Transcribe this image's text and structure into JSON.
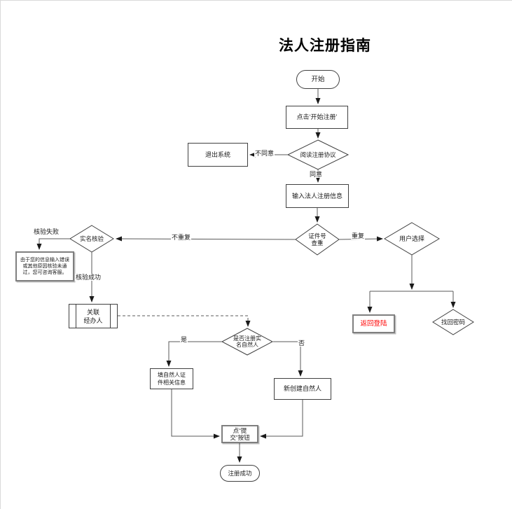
{
  "title": "法人注册指南",
  "nodes": {
    "start": {
      "label": "开始"
    },
    "click_register": {
      "label": "点击‘开始注册’"
    },
    "read_agreement": {
      "label": "阅读注册协议"
    },
    "exit_system": {
      "label": "退出系统"
    },
    "input_info": {
      "label": "输入法人注册信息"
    },
    "id_check": {
      "line1": "证件号",
      "line2": "查重"
    },
    "real_name": {
      "label": "实名核验"
    },
    "fail_note": {
      "line1": "由于您的信息输入错误",
      "line2": "或其他原因核验未通",
      "line3": "过，您可咨询客服。"
    },
    "associate_handler": {
      "line1": "关联",
      "line2": "经办人"
    },
    "user_choice": {
      "label": "用户选择"
    },
    "return_login": {
      "label": "返回登陆"
    },
    "find_password": {
      "label": "找回密码"
    },
    "register_natural": {
      "line1": "是否注册实",
      "line2": "名自然人"
    },
    "fill_natural": {
      "line1": "填自然人证",
      "line2": "件相关信息"
    },
    "create_natural": {
      "label": "新创建自然人"
    },
    "submit": {
      "line1": "点“提",
      "line2": "交”按钮"
    },
    "success": {
      "label": "注册成功"
    }
  },
  "edge_labels": {
    "disagree": "不同意",
    "agree": "同意",
    "not_duplicate": "不重复",
    "duplicate": "重复",
    "verify_fail": "核验失败",
    "verify_success": "核验成功",
    "yes": "是",
    "no": "否"
  },
  "colors": {
    "line": "#595959",
    "arrow": "#1a1a1a",
    "node_border": "#404040",
    "gray_border": "#7f7f7f",
    "red_text": "#ff0000"
  }
}
